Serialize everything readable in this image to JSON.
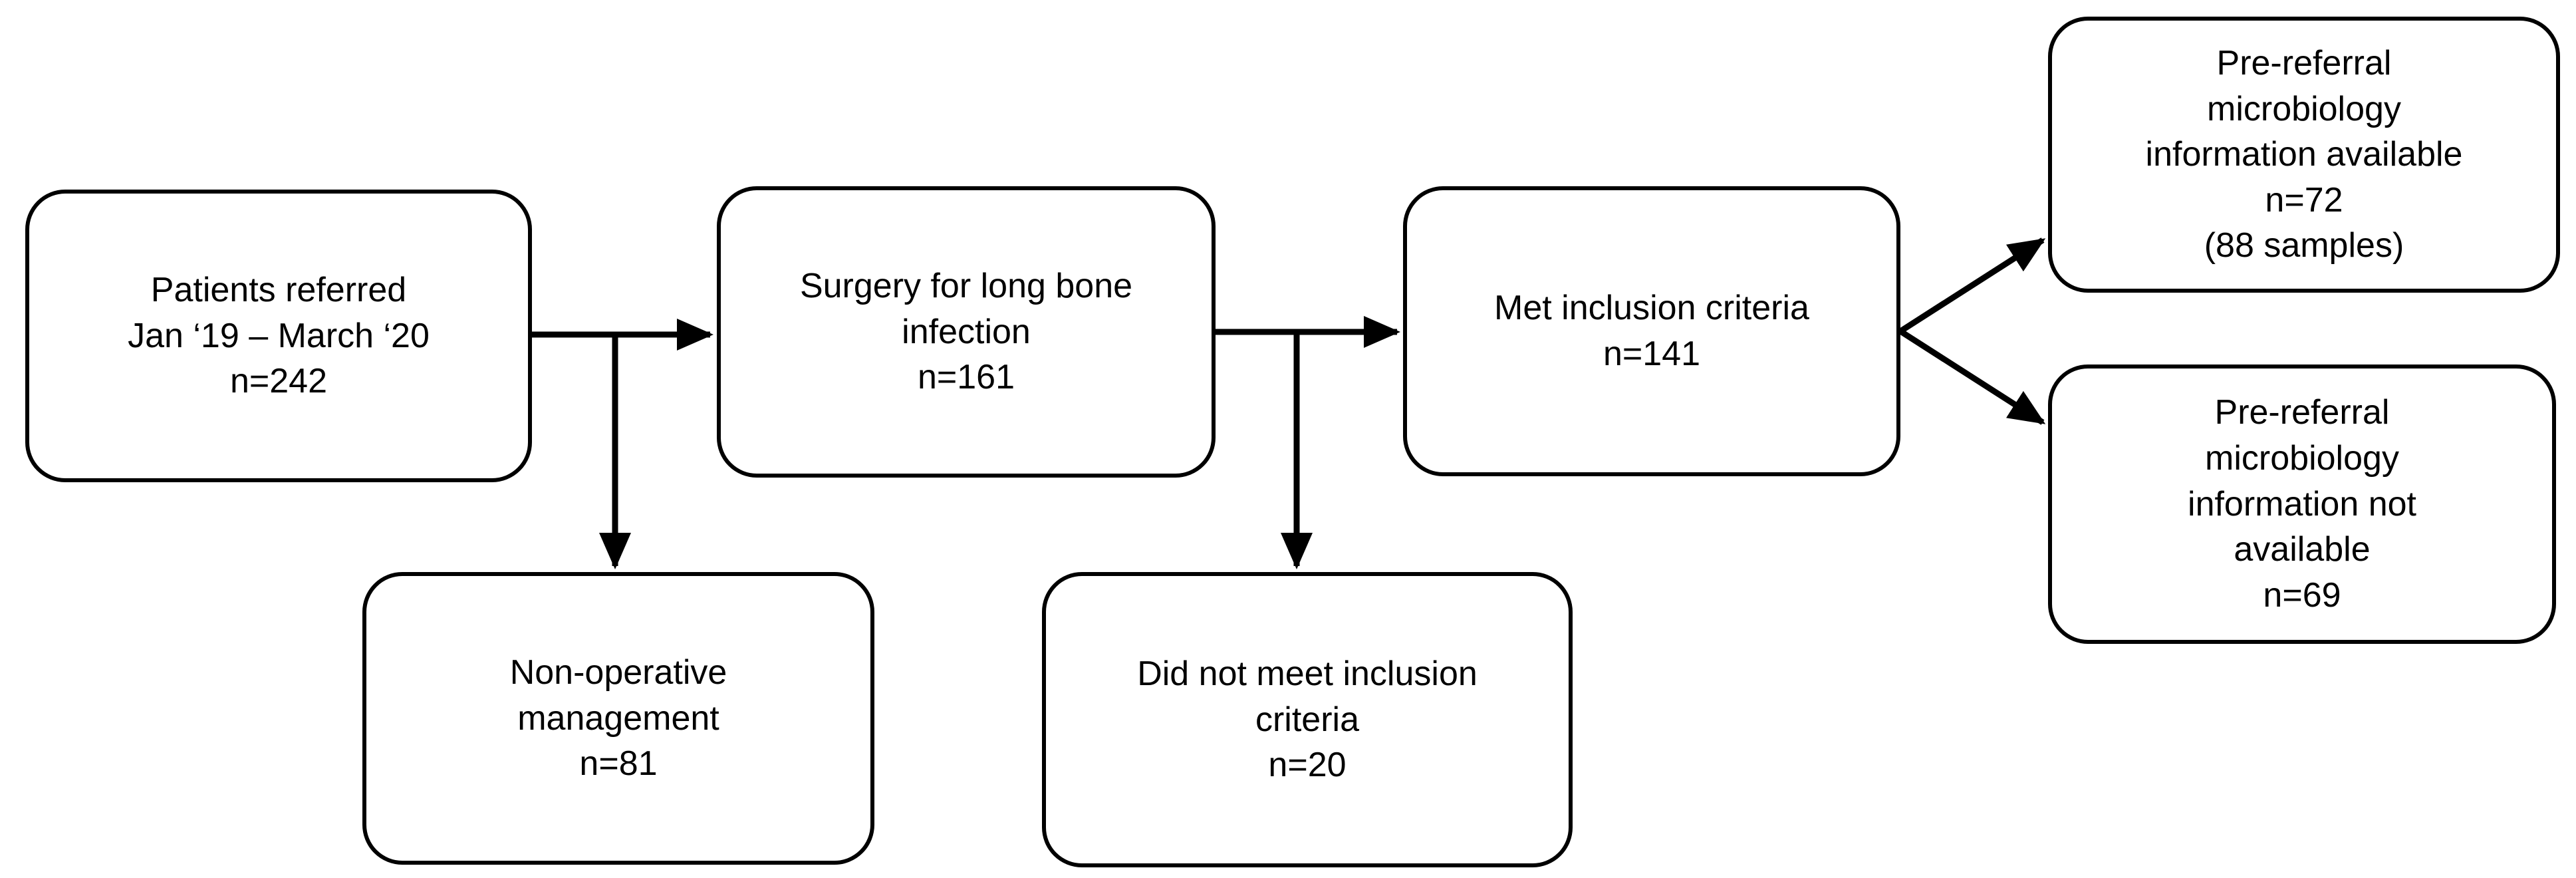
{
  "diagram": {
    "background_color": "#ffffff",
    "line_color": "#000000",
    "nodes": {
      "referred": {
        "label": "Patients referred\nJan ‘19 – March ‘20\nn=242"
      },
      "surgery": {
        "label": "Surgery for long bone\ninfection\nn=161"
      },
      "met": {
        "label": "Met inclusion criteria\nn=141"
      },
      "micro_available": {
        "label": "Pre-referral\nmicrobiology\ninformation available\nn=72\n(88 samples)"
      },
      "micro_not_available": {
        "label": "Pre-referral\nmicrobiology\ninformation not\navailable\nn=69"
      },
      "non_operative": {
        "label": "Non-operative\nmanagement\nn=81"
      },
      "not_met": {
        "label": "Did not meet inclusion\ncriteria\nn=20"
      }
    },
    "edges": [
      {
        "from": "referred",
        "to": "surgery"
      },
      {
        "from": "referred",
        "to": "non_operative"
      },
      {
        "from": "surgery",
        "to": "met"
      },
      {
        "from": "surgery",
        "to": "not_met"
      },
      {
        "from": "met",
        "to": "micro_available"
      },
      {
        "from": "met",
        "to": "micro_not_available"
      }
    ]
  }
}
